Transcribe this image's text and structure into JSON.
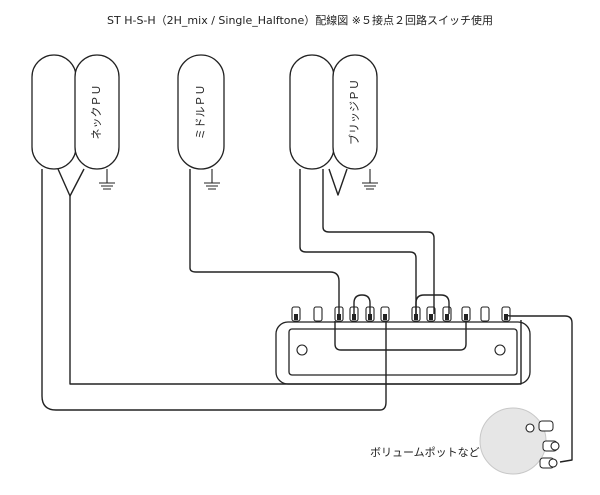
{
  "title": "ST H-S-H（2H_mix / Single_Halftone）配線図 ※５接点２回路スイッチ使用",
  "pickups": {
    "neck": "ネックＰＵ",
    "middle": "ミドルＰＵ",
    "bridge": "ブリッジＰＵ"
  },
  "note": "ボリュームポットなど",
  "colors": {
    "line": "#222222",
    "background": "#ffffff",
    "pot": "#e6e6e6"
  }
}
